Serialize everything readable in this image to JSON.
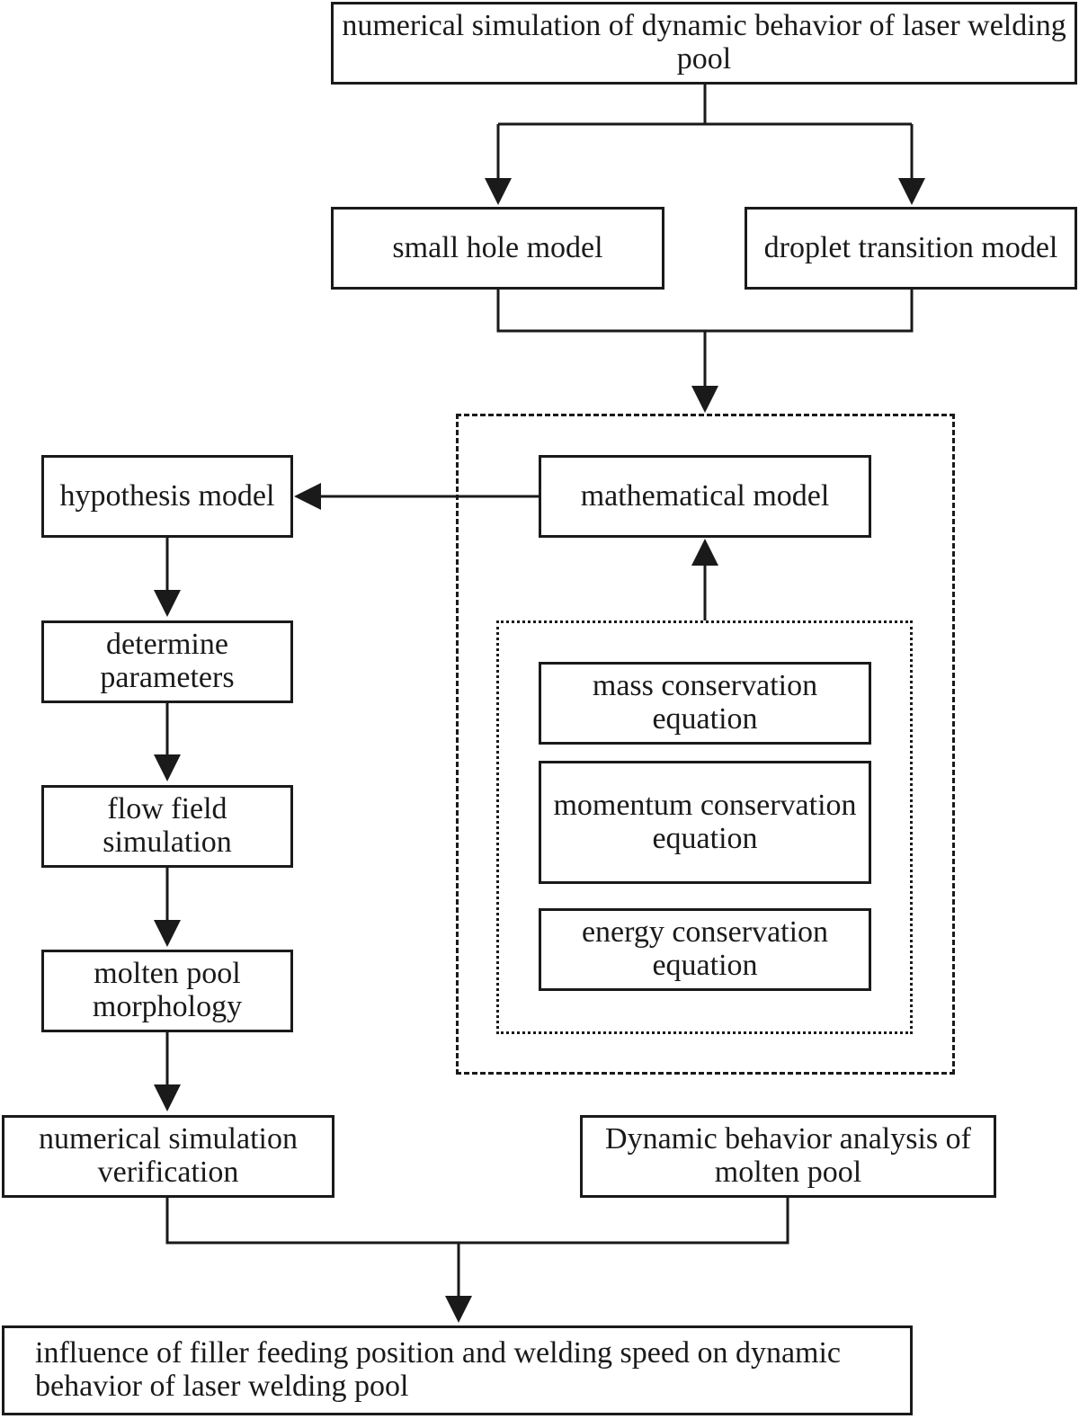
{
  "nodes": {
    "top": "numerical simulation of dynamic behavior of laser welding pool",
    "small_hole": "small hole model",
    "droplet": "droplet transition model",
    "mathematical": "mathematical model",
    "mass": "mass conservation equation",
    "momentum": "momentum conservation equation",
    "energy": "energy conservation equation",
    "hypothesis": "hypothesis model",
    "determine": "determine parameters",
    "flow": "flow field simulation",
    "molten": "molten pool morphology",
    "verification": "numerical simulation verification",
    "dynamic_analysis": "Dynamic behavior analysis of molten pool",
    "influence": "influence of filler feeding position and welding speed on dynamic behavior of laser welding pool"
  },
  "colors": {
    "line": "#1a1a1a",
    "background": "#ffffff"
  }
}
